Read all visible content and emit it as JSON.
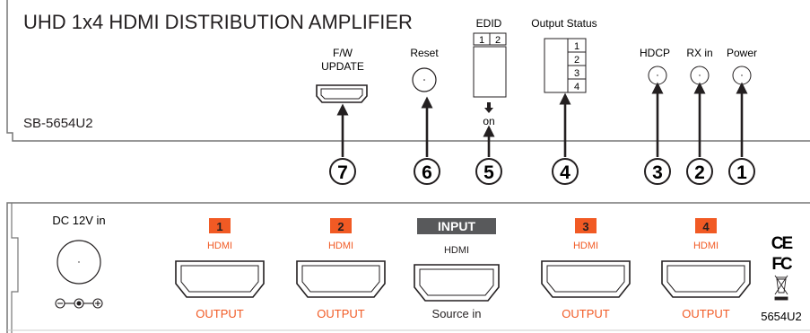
{
  "front_panel": {
    "title": "UHD 1x4 HDMI DISTRIBUTION AMPLIFIER",
    "model_label": "SB-5654U2",
    "fw_update_label_line1": "F/W",
    "fw_update_label_line2": "UPDATE",
    "reset_label": "Reset",
    "edid_label": "EDID",
    "edid_switch_1": "1",
    "edid_switch_2": "2",
    "edid_on_label": "on",
    "output_status_label": "Output Status",
    "output_status_1": "1",
    "output_status_2": "2",
    "output_status_3": "3",
    "output_status_4": "4",
    "hdcp_label": "HDCP",
    "rx_in_label": "RX in",
    "power_label": "Power"
  },
  "callouts": [
    "1",
    "2",
    "3",
    "4",
    "5",
    "6",
    "7"
  ],
  "rear_panel": {
    "dc_label": "DC 12V in",
    "outputs": [
      {
        "number": "1",
        "type": "HDMI",
        "label": "OUTPUT"
      },
      {
        "number": "2",
        "type": "HDMI",
        "label": "OUTPUT"
      },
      {
        "number": "3",
        "type": "HDMI",
        "label": "OUTPUT"
      },
      {
        "number": "4",
        "type": "HDMI",
        "label": "OUTPUT"
      }
    ],
    "input": {
      "badge": "INPUT",
      "type": "HDMI",
      "label": "Source in"
    },
    "ce_mark": "CE",
    "fc_mark": "FC",
    "model_number": "5654U2"
  },
  "colors": {
    "accent": "#f15a24",
    "input_badge": "#58595b",
    "line": "#231f20",
    "panel_border": "#777777"
  }
}
